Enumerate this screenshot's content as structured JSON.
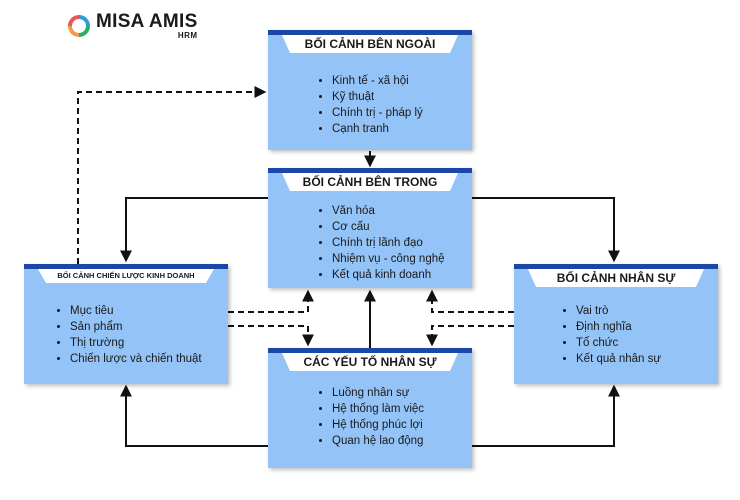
{
  "logo": {
    "name": "MISA AMIS",
    "sub": "HRM",
    "colors": [
      "#2d9cdb",
      "#27ae60",
      "#f2994a",
      "#eb5757"
    ]
  },
  "colors": {
    "box_fill": "#93c3f7",
    "box_top_border": "#1b47a6",
    "arrow": "#111111"
  },
  "boxes": {
    "external": {
      "title": "BỐI CẢNH BÊN NGOÀI",
      "items": [
        "Kinh tế - xã hội",
        "Kỹ thuật",
        "Chính trị - pháp lý",
        "Cạnh tranh"
      ]
    },
    "internal": {
      "title": "BỐI CẢNH BÊN TRONG",
      "items": [
        "Văn hóa",
        "Cơ cấu",
        "Chính trị lãnh đạo",
        "Nhiệm vụ - công nghệ",
        "Kết quả kinh doanh"
      ]
    },
    "business": {
      "title": "BỐI CẢNH CHIẾN LƯỢC KINH DOANH",
      "items": [
        "Mục tiêu",
        "Sản phẩm",
        "Thị trường",
        "Chiến lược và chiến thuật"
      ]
    },
    "hr_context": {
      "title": "BỐI CẢNH NHÂN SỰ",
      "items": [
        "Vai trò",
        "Định nghĩa",
        "Tổ chức",
        "Kết quả nhân sự"
      ]
    },
    "hr_factors": {
      "title": "CÁC YẾU TỐ NHÂN SỰ",
      "items": [
        "Luồng nhân sự",
        "Hệ thống làm việc",
        "Hệ thống phúc lợi",
        "Quan hệ lao động"
      ]
    }
  }
}
